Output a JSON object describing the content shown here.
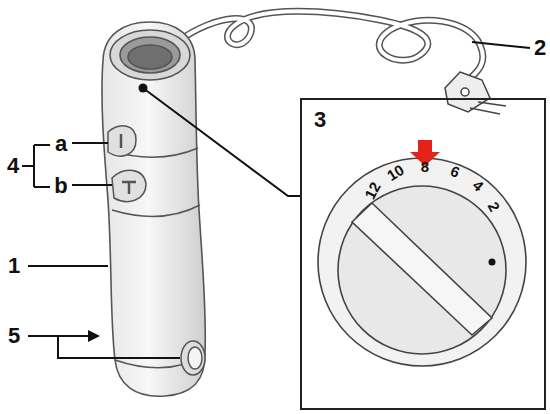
{
  "diagram": {
    "nodes": [
      {
        "text": [
          "3",
          "12",
          "10",
          "8",
          "6",
          "4",
          "2"
        ]
      }
    ],
    "labels": [
      "2",
      "4",
      "a",
      "b",
      "1",
      "5"
    ]
  }
}
